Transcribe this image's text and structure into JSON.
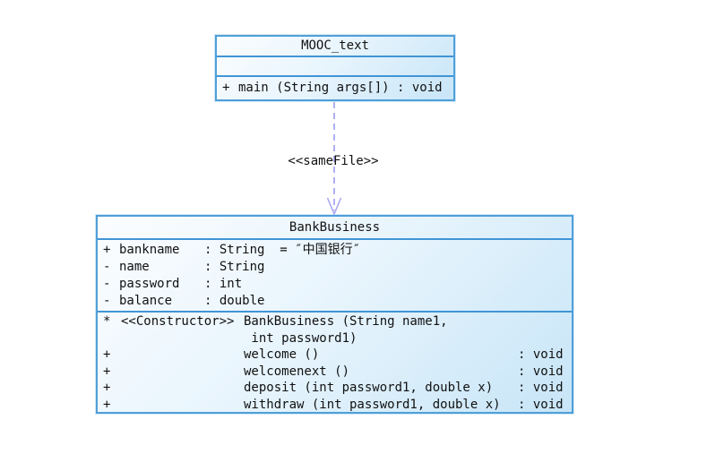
{
  "connector": {
    "stereotype": "<<sameFile>>"
  },
  "classes": {
    "mooc": {
      "title": "MOOC_text",
      "method": {
        "visibility": "+",
        "signature": "main (String args[]) : void"
      }
    },
    "bank": {
      "title": "BankBusiness",
      "attributes": [
        {
          "visibility": "+",
          "name": "bankname",
          "type": ": String  = ″中国银行″"
        },
        {
          "visibility": "-",
          "name": "name",
          "type": ": String"
        },
        {
          "visibility": "-",
          "name": "password",
          "type": ": int"
        },
        {
          "visibility": "-",
          "name": "balance",
          "type": ": double"
        }
      ],
      "methods": [
        {
          "visibility": "*",
          "stereotype": "<<Constructor>>",
          "signature": "BankBusiness (String name1,",
          "returns": ""
        },
        {
          "visibility": "",
          "stereotype": "",
          "signature": " int password1)",
          "returns": ""
        },
        {
          "visibility": "+",
          "stereotype": "",
          "signature": "welcome ()",
          "returns": ": void"
        },
        {
          "visibility": "+",
          "stereotype": "",
          "signature": "welcomenext ()",
          "returns": ": void"
        },
        {
          "visibility": "+",
          "stereotype": "",
          "signature": "deposit (int password1, double x)",
          "returns": ": void"
        },
        {
          "visibility": "+",
          "stereotype": "",
          "signature": "withdraw (int password1, double x)",
          "returns": ": void"
        }
      ]
    }
  },
  "colors": {
    "box_border": "#4f9fd9",
    "divider": "#4095d6",
    "fill_light": "#fbfdff",
    "fill_dark": "#c7e5f7",
    "arrow": "#9c9cf0",
    "text": "#111111"
  }
}
